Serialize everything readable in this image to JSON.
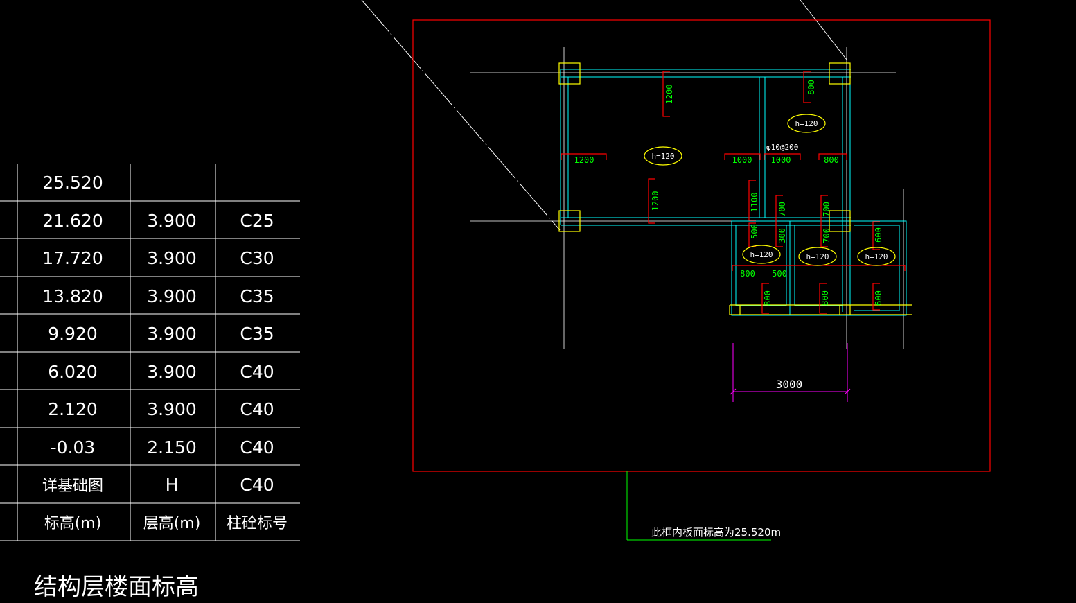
{
  "table": {
    "rows": [
      {
        "elev": "25.520",
        "height": "",
        "grade": ""
      },
      {
        "elev": "21.620",
        "height": "3.900",
        "grade": "C25"
      },
      {
        "elev": "17.720",
        "height": "3.900",
        "grade": "C30"
      },
      {
        "elev": "13.820",
        "height": "3.900",
        "grade": "C35"
      },
      {
        "elev": "9.920",
        "height": "3.900",
        "grade": "C35"
      },
      {
        "elev": "6.020",
        "height": "3.900",
        "grade": "C40"
      },
      {
        "elev": "2.120",
        "height": "3.900",
        "grade": "C40"
      },
      {
        "elev": "-0.03",
        "height": "2.150",
        "grade": "C40"
      },
      {
        "elev": "详基础图",
        "height": "H",
        "grade": "C40"
      }
    ],
    "header": {
      "elev": "标高(m)",
      "height": "层高(m)",
      "grade": "柱砼标号"
    },
    "title": "结构层楼面标高"
  },
  "plan": {
    "slab_labels": [
      "h=120",
      "h=120",
      "h=120",
      "h=120",
      "h=120"
    ],
    "rebar_note": "φ10@200",
    "dims": {
      "d1200_top": "1200",
      "d800_top": "800",
      "d1200_left": "1200",
      "d1000_a": "1000",
      "d1000_b": "1000",
      "d800_right": "800",
      "d1200_mid": "1200",
      "d1100": "1100",
      "d700_a": "700",
      "d700_b": "700",
      "d500_a": "500",
      "d300": "300",
      "d700_c": "700",
      "d600_top": "600",
      "d800_bl": "800",
      "d500_b": "500",
      "d800_b1": "800",
      "d800_b2": "800",
      "d600_bot": "600",
      "span": "3000"
    },
    "note": "此框内板面标高为25.520m"
  },
  "colors": {
    "frame": "#ff0000",
    "beam": "#00ffff",
    "rebar": "#ff0000",
    "rebar_text": "#00ff00",
    "column": "#ffff00",
    "slab_label": "#ffff00",
    "dim": "#ff00ff",
    "leader": "#00ff00",
    "axis": "#ffffff"
  }
}
